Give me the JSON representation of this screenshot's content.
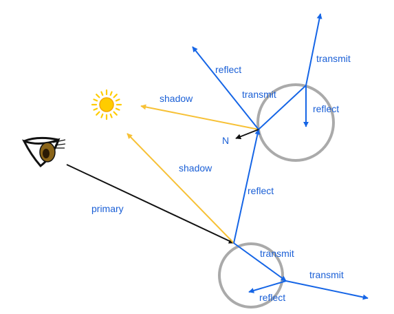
{
  "labels": {
    "reflect_top_left": "reflect",
    "transmit_top_right": "transmit",
    "transmit_middle": "transmit",
    "reflect_inside_top": "reflect",
    "shadow_top": "shadow",
    "shadow_middle": "shadow",
    "normal": "N",
    "reflect_middle": "reflect",
    "primary": "primary",
    "transmit_bottom_inside": "transmit",
    "transmit_bottom_right": "transmit",
    "reflect_bottom": "reflect"
  },
  "colors": {
    "ray_blue": "#1565e6",
    "shadow_orange": "#f7c136",
    "primary_black": "#111111",
    "sphere_gray": "#aaaaaa",
    "sun_yellow": "#ffd500",
    "sun_core": "#ffcc00",
    "label_blue": "#1a5fd6"
  },
  "icons": {
    "sun": "sun-icon",
    "eye": "eye-icon"
  }
}
